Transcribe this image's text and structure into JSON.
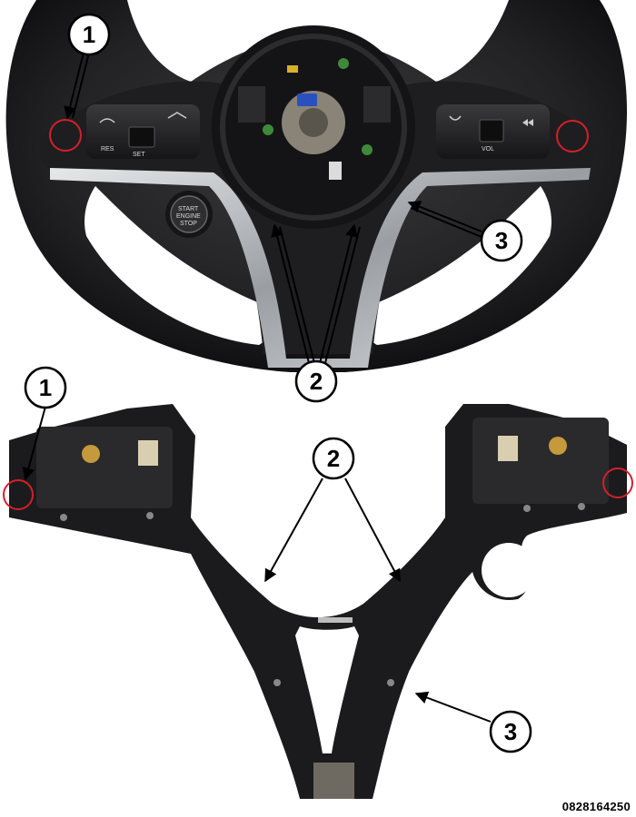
{
  "figure_id": "0828164250",
  "callouts": [
    {
      "id": "c1-top",
      "label": "1"
    },
    {
      "id": "c2-top",
      "label": "2"
    },
    {
      "id": "c3-top",
      "label": "3"
    },
    {
      "id": "c1-bottom",
      "label": "1"
    },
    {
      "id": "c2-bottom",
      "label": "2"
    },
    {
      "id": "c3-bottom",
      "label": "3"
    }
  ],
  "button_labels": {
    "res": "RES",
    "set": "SET",
    "vol": "VOL",
    "start": "START",
    "engine": "ENGINE",
    "stop": "STOP"
  },
  "colors": {
    "highlight_circle": "#d4202a",
    "wheel_leather": "#1b1b1d",
    "trim_silver": "#b9bcc0",
    "callout_stroke": "#000000"
  }
}
